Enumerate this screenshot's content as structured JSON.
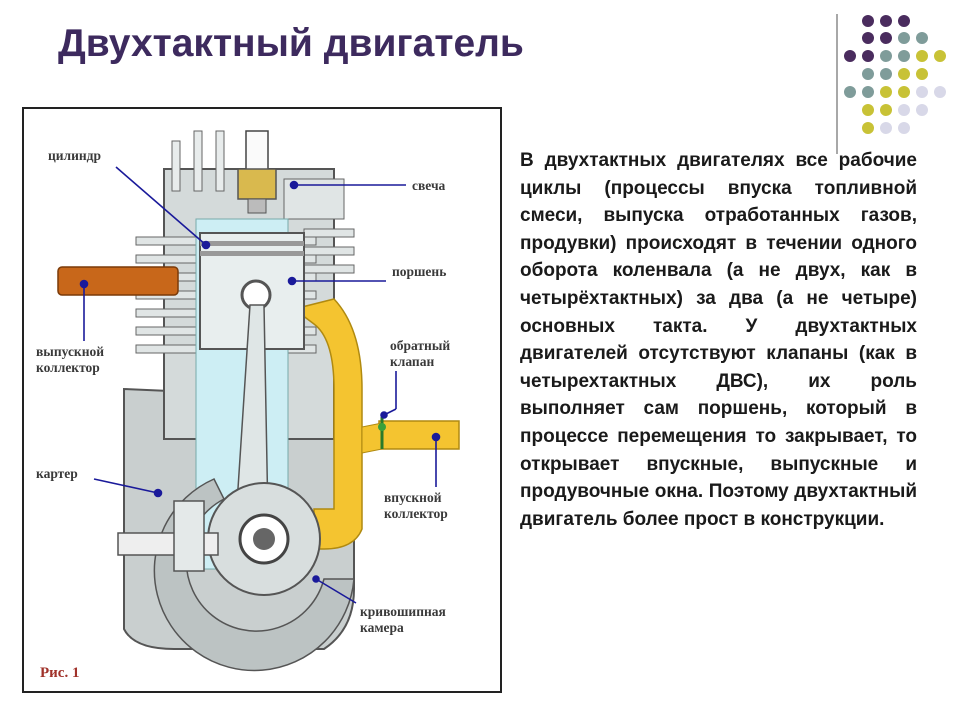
{
  "slide": {
    "title": "Двухтактный двигатель",
    "body": "В двухтактных двигателях все рабочие циклы (процессы впуска топливной смеси, выпуска отработанных газов, продувки) происходят в течении одного оборота коленвала (а не двух, как в четырёхтактных) за два (а не четыре) основных такта. У двухтактных двигателей отсутствуют клапаны (как в четырехтактных ДВС), их роль выполняет сам поршень, который в процессе перемещения то закрывает, то открывает впускные, выпускные и продувочные окна. Поэтому двухтактный двигатель более прост в конструкции."
  },
  "figure": {
    "caption": "Рис. 1",
    "labels": {
      "cylinder": "цилиндр",
      "spark_plug": "свеча",
      "piston": "поршень",
      "exhaust_line1": "выпускной",
      "exhaust_line2": "коллектор",
      "check_valve_line1": "обратный",
      "check_valve_line2": "клапан",
      "crankcase": "картер",
      "intake_line1": "впускной",
      "intake_line2": "коллектор",
      "crank_chamber_line1": "кривошипная",
      "crank_chamber_line2": "камера"
    }
  },
  "colors": {
    "title": "#3d2a5e",
    "dot_purple": "#4a2c5e",
    "dot_teal": "#7f9c9a",
    "dot_olive": "#c8c236",
    "dot_light": "#d8d8e8",
    "pointer": "#1a1a9a",
    "yellow_channel": "#f4c430",
    "exhaust_pipe": "#c8671a",
    "caption": "#a0322a"
  }
}
